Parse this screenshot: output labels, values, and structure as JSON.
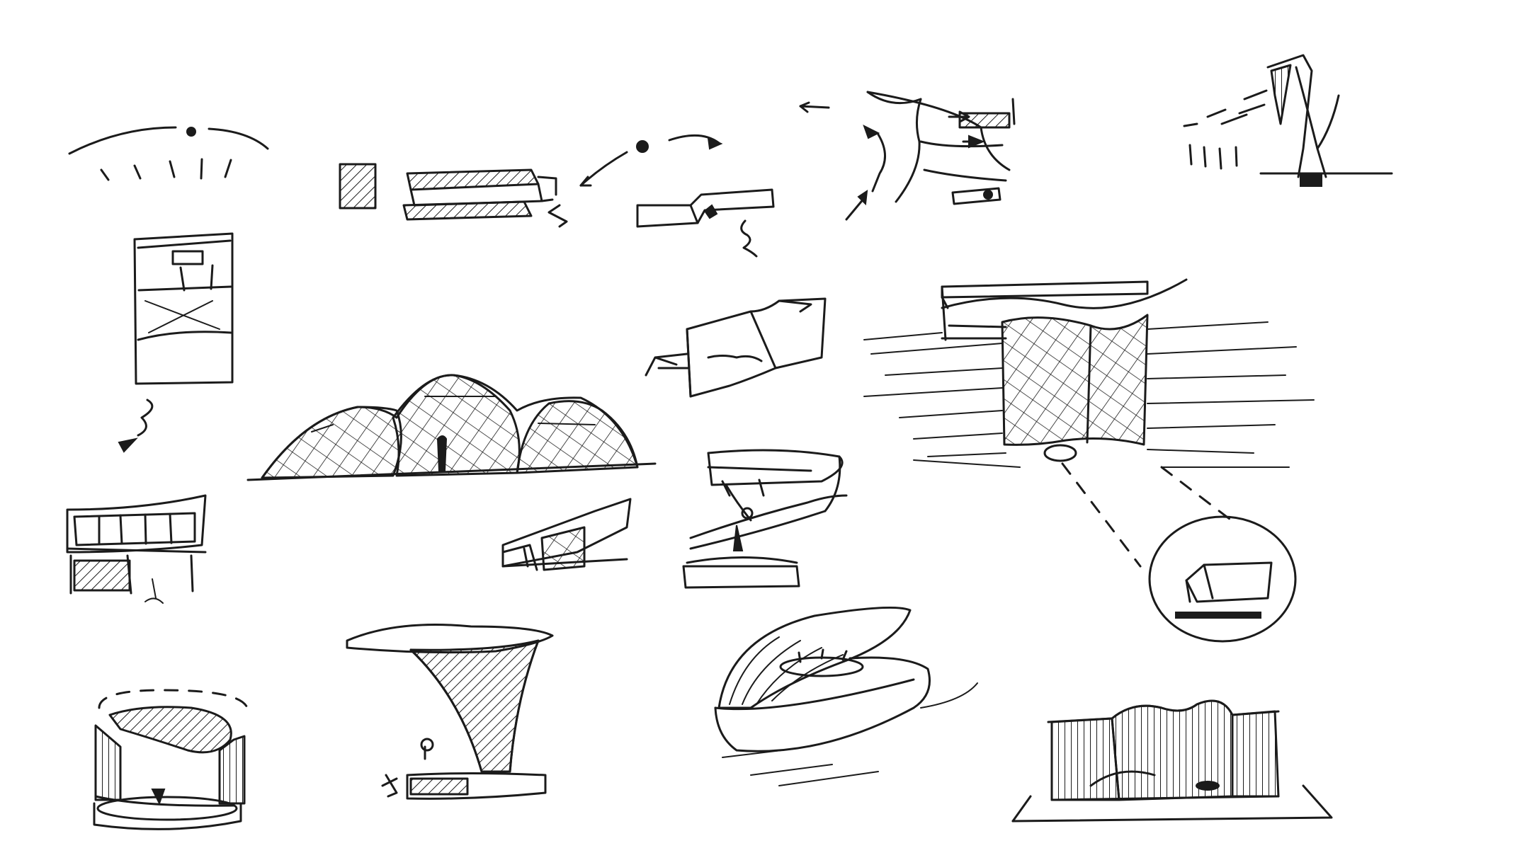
{
  "title": "",
  "sketches": [
    "radiating-arc-sketch",
    "stacked-slab-sketch",
    "circulation-arrows-sketch",
    "road-fork-sketch",
    "sculpture-mast-sketch",
    "frame-elevation-sketch",
    "vaulted-shell-canopy-sketch",
    "folded-block-sketch",
    "gridded-facade-building-sketch",
    "detail-callout-sketch",
    "cantilever-pavilion-sketch",
    "curved-slab-pavilion-sketch",
    "low-wing-pavilion-sketch",
    "cylindrical-pavilion-sketch",
    "funnel-canopy-sketch",
    "shell-pod-sketch",
    "undulating-wall-sketch"
  ],
  "colors": {
    "ink": "#1b1b1b",
    "paper": "#ffffff"
  }
}
